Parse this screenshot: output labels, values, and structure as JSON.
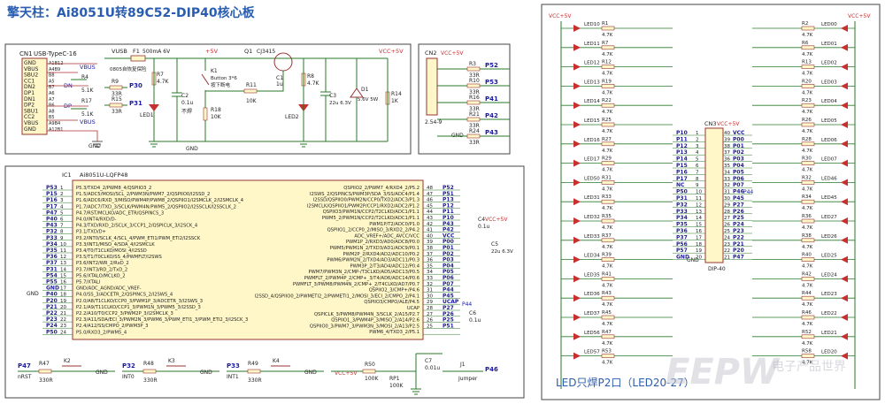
{
  "title": "擎天柱：Ai8051U转89C52-DIP40核心板",
  "usb": {
    "ref": "CN1",
    "part": "USB-TypeC-16",
    "pins": [
      "GND",
      "VBUS",
      "SBU2",
      "CC1",
      "DN2",
      "DP1",
      "DN1",
      "DP2",
      "SBU1",
      "CC2",
      "VBUS",
      "GND"
    ],
    "pin_nums": [
      "A1B12",
      "A4B9",
      "B8",
      "A5",
      "B7",
      "A6",
      "A7",
      "B6",
      "A8",
      "B5",
      "A9B4",
      "A12B1"
    ],
    "vbus_label": "VBUS",
    "dn": "DN",
    "dp": "DP",
    "r4": "R4",
    "r4v": "5.1K",
    "r17": "R17",
    "r17v": "5.1K",
    "gnd": "GND"
  },
  "power": {
    "vusb": "VUSB",
    "f1": "F1",
    "f1v": "500mA 6V",
    "fuse_note": "0805自恢复保险",
    "r9": "R9",
    "r9v": "33R",
    "p30": "P30",
    "r15": "R15",
    "r15v": "33R",
    "p31": "P31",
    "r7": "R7",
    "r7v": "4.7K",
    "led1": "LED1",
    "c2": "C2",
    "c2v": "0.1u",
    "c2n": "不焊",
    "plus5v": "+5V",
    "k1": "K1",
    "k1v": "Button 3*6",
    "k1n": "按下断电",
    "r18": "R18",
    "r18v": "10K",
    "q1": "Q1",
    "q1v": "CJ3415",
    "r11": "R11",
    "r11v": "10K",
    "c1": "C1",
    "c1v": "1u",
    "r8": "R8",
    "r8v": "4.7K",
    "led2": "LED2",
    "c3": "C3",
    "c3v": "22u 6.3V",
    "d1": "D1",
    "d1v": "5.6V 5W",
    "r14": "R14",
    "r14v": "1K",
    "vcc5": "VCC+5V",
    "gnd": "GND"
  },
  "cn2": {
    "ref": "CN2",
    "part": "2.54-9",
    "vcc": "VCC+5V",
    "gnd": "GND",
    "rows": [
      {
        "r": "R3",
        "v": "33R",
        "net": "P52"
      },
      {
        "r": "R10",
        "v": "33R",
        "net": "P53"
      },
      {
        "r": "R16",
        "v": "33R",
        "net": "P41"
      },
      {
        "r": "R21",
        "v": "33R",
        "net": "P42"
      },
      {
        "r": "R24",
        "v": "33R",
        "net": "P43"
      }
    ]
  },
  "ic1": {
    "ref": "IC1",
    "part": "Ai8051U-LQFP48",
    "vcc": "VCC+5V",
    "c4": "C4",
    "c4v": "0.1u",
    "c5": "C5",
    "c5v": "22u 6.3V",
    "c6": "C6",
    "c6v": "0.1u",
    "p44": "P44",
    "gnd": "GND",
    "left": [
      {
        "n": "1",
        "net": "P53",
        "f": "P5.3/TXD4_2/PWM8_4/QSPIIO3_2"
      },
      {
        "n": "2",
        "net": "P15",
        "f": "P1.5/ADC5/MOSI/SCL_2/PWM3N/PWM7_2/QSPIIO0/I2SSD_2"
      },
      {
        "n": "3",
        "net": "P16",
        "f": "P1.6/ADC6/RXD_3/MISO/PWM4P/PWM8_2/QSPIIO1/I2SMCLK_2/I2SMCLK_4"
      },
      {
        "n": "4",
        "net": "P17",
        "f": "P1.7/ADC7/TXD_3/SCLK/PWM4N/PWM5_2/QSPIIO2/I2SSCLK/I2SSCLK_2"
      },
      {
        "n": "5",
        "net": "P47",
        "f": "P4.7/RST/MCLKO/ADC_ETR/QSPINCS_3"
      },
      {
        "n": "6",
        "net": "P40",
        "f": "P4.0/INT4/RXD/D-"
      },
      {
        "n": "7",
        "net": "P43",
        "f": "P4.3/TXD/RXD_2/SCLK_3/CCP1_2/QSPICLK_3/I2SCK_4"
      },
      {
        "n": "8",
        "net": "P32",
        "f": "P3.1/TXD/D+"
      },
      {
        "n": "9",
        "net": "P33",
        "f": "P3.2/INT0/SCLK_4/SCL_4/PWM_ETI1/PWM_ETI2/I2SSCK"
      },
      {
        "n": "10",
        "net": "P34",
        "f": "P3.3/INT1/MISO_4/SDA_4/I2SMCLK"
      },
      {
        "n": "11",
        "net": "P35",
        "f": "P3.4/T0/T1CLKO/MOSI_4/I2SSD"
      },
      {
        "n": "12",
        "net": "P36",
        "f": "P3.5/T1/T0CLKO/SS_4/PWMFLT/I2SWS"
      },
      {
        "n": "13",
        "net": "P37",
        "f": "P3.6/INT2/WR_2/RxD_2"
      },
      {
        "n": "14",
        "net": "P31",
        "f": "P3.7/INT3/RD_2/TxD_2"
      },
      {
        "n": "15",
        "net": "P54",
        "f": "P5.6/XTALO/MCLKO_2"
      },
      {
        "n": "16",
        "net": "P55",
        "f": "P5.7/XTALI"
      },
      {
        "n": "17",
        "net": "GND",
        "f": "GND/ADC_AGND/ADC_VREF-"
      },
      {
        "n": "18",
        "net": "P40",
        "f": "P4.0/SS_3/ADCETR_2/QSPINCS_2/I2SWS_4"
      },
      {
        "n": "19",
        "net": "P20",
        "f": "P2.0/A8/T1CLKO/CCP0_3/PWM1P_3/ADCETR_3/I2SWS_3"
      },
      {
        "n": "20",
        "net": "P21",
        "f": "P2.1/A9/T11CLKO/CCP1_3/PWM1N_3/PWM5_3/I2SSD_3"
      },
      {
        "n": "21",
        "net": "P22",
        "f": "P2.2/A10/T0/CCP2_3/PWM2P_3/I2SMCLK_3"
      },
      {
        "n": "22",
        "net": "P23",
        "f": "P2.3/A11/SDA/ECI_3/PWM2N_3/PWM6_3/PWM_ETI1_3/PWM_ETI2_3/I2SCK_3"
      },
      {
        "n": "23",
        "net": "P24",
        "f": "P2.4/A12/SS/CMPO_2/PWM3P_3"
      },
      {
        "n": "24",
        "net": "P50",
        "f": "P5.0/RXD3_2/PWM5_4"
      }
    ],
    "right": [
      {
        "n": "48",
        "net": "P52",
        "f": "QSPIIO2_2/PWM7_4/RXD4_2/P5.2"
      },
      {
        "n": "47",
        "net": "P51",
        "f": "I2SWS_2/QSPINCS/PWM3P/SDA_3/SS/ADC4/P1.4"
      },
      {
        "n": "46",
        "net": "P13",
        "f": "I2SSD/QSPIIO0/PWM2N/CCP0/TXD2/ADC3/P1.3"
      },
      {
        "n": "45",
        "net": "P12",
        "f": "I2SMCLK/QSPIIO1/PWM2P/CCP1/RXD2/ADC2/P1.2"
      },
      {
        "n": "44",
        "net": "P11",
        "f": "QSPIIO3/PWM1N/CCP2/T2CLKO/ADC1/P1.1"
      },
      {
        "n": "43",
        "net": "P10",
        "f": "PWM5_2/PWM1N/CCP2/T2CLKO/ADC1/P1.1"
      },
      {
        "n": "42",
        "net": "P43",
        "f": "PWM1P/T2/ADC0/P1.0"
      },
      {
        "n": "41",
        "net": "P42",
        "f": "QSPIIO1_2/CCP0_2/MISO_3/RXD2_2/P4.2"
      },
      {
        "n": "40",
        "net": "VCC",
        "f": "ADC_VREF+/ADC_AVCC/VCC"
      },
      {
        "n": "39",
        "net": "P00",
        "f": "PWM1P_2/RXD3/AD0/ADC8/P0.0"
      },
      {
        "n": "38",
        "net": "P01",
        "f": "PWM5/PWM1N_2/TXD3/AD1/ADC9/P0.1"
      },
      {
        "n": "37",
        "net": "P02",
        "f": "PWM2P_2/RXD4/AD2/ADC10/P0.2"
      },
      {
        "n": "36",
        "net": "P03",
        "f": "PWM6/PWM2N_2/TXD4/AD3/ADC11/P0.3"
      },
      {
        "n": "35",
        "net": "P04",
        "f": "PWM3P_2/T3/AD4/ADC12/P0.4"
      },
      {
        "n": "34",
        "net": "P05",
        "f": "PWM7/PWM3N_2/CMP-/T3CLKO/AD5/ADC13/P0.5"
      },
      {
        "n": "33",
        "net": "P06",
        "f": "PWMFLT_2/PWM4P_2/CMP+_3/T4/AD6/ADC14/P0.6"
      },
      {
        "n": "32",
        "net": "P07",
        "f": "PWMFLT_3/PWM8/PWM4N_2/CMP+_2/T4CLKO/AD7/P0.7"
      },
      {
        "n": "31",
        "net": "P44",
        "f": "QSPIIO2_3/CMP+/P4.6"
      },
      {
        "n": "30",
        "net": "P45",
        "f": "I2SSD_4/QSPIIO0_2/PWMETI2_2/PWMETI1_2/MOSI_3/ECI_2/CMPO_2/P4.1"
      },
      {
        "n": "29",
        "net": "UCAP",
        "f": "QSPIIO3/CMPO/ALE/P4.5"
      },
      {
        "n": "28",
        "net": "P27",
        "f": "UCAP"
      },
      {
        "n": "27",
        "net": "P26",
        "f": "QSPICLK_3/PWM8/PWM4N_3/SCLK_2/A15/P2.7"
      },
      {
        "n": "26",
        "net": "P25",
        "f": "QSPIIO1_3/PWM4P_3/MISO_2/A14/P2.6"
      },
      {
        "n": "25",
        "net": "P51",
        "f": "QSPIIO0_3/PWM7_3/PWM3N_3/MOSI_2/A13/P2.5"
      },
      {
        "n": "",
        "net": "",
        "f": "PWM6_4/TXD3_2/P5.1"
      }
    ]
  },
  "bottom": {
    "p47": "P47",
    "nrst": "nRST",
    "r47": "R47",
    "r47v": "330R",
    "k2": "K2",
    "p32": "P32",
    "int0": "INT0",
    "r48": "R48",
    "r48v": "330R",
    "k3": "K3",
    "p33": "P33",
    "int1": "INT1",
    "r49": "R49",
    "r49v": "330R",
    "k4": "K4",
    "gnd": "GND",
    "vcc": "VCC+5V",
    "r50": "R50",
    "r50v": "100K",
    "rp1": "RP1",
    "rp1v": "100K",
    "c7": "C7",
    "c7v": "0.01u",
    "j1": "J1",
    "j1v": "Jumper",
    "p46": "P46"
  },
  "cn3": {
    "ref": "CN3",
    "part": "DIP-40",
    "vcc": "VCC+5V",
    "gnd": "GND",
    "p44": "P44",
    "left_nets": [
      "P10",
      "P11",
      "P12",
      "P13",
      "P14",
      "P15",
      "P16",
      "P17",
      "NC",
      "P50",
      "P31",
      "P32",
      "P33",
      "P34",
      "P35",
      "P36",
      "P37",
      "P56",
      "P57",
      "GND"
    ],
    "right_nets": [
      "VCC",
      "P00",
      "P01",
      "P02",
      "P03",
      "P04",
      "P05",
      "P06",
      "P07",
      "P46",
      "P45",
      "P27",
      "P26",
      "P25",
      "P24",
      "P23",
      "P22",
      "P21",
      "P20",
      "P47"
    ]
  },
  "led_array": {
    "vcc": "VCC+5V",
    "value": "4.7K",
    "left": [
      {
        "r": "R1",
        "led": "LED10"
      },
      {
        "r": "R7",
        "led": "LED11"
      },
      {
        "r": "R12",
        "led": "LED12"
      },
      {
        "r": "R19",
        "led": "LED13"
      },
      {
        "r": "R22",
        "led": "LED14"
      },
      {
        "r": "R25",
        "led": "LED15"
      },
      {
        "r": "R27",
        "led": "LED16"
      },
      {
        "r": "R29",
        "led": "LED17"
      },
      {
        "r": "R31",
        "led": "LED50"
      },
      {
        "r": "R33",
        "led": "LED31"
      },
      {
        "r": "R35",
        "led": "LED32"
      },
      {
        "r": "R37",
        "led": "LED33"
      },
      {
        "r": "R39",
        "led": "LED34"
      },
      {
        "r": "R41",
        "led": "LED35"
      },
      {
        "r": "R43",
        "led": "LED36"
      },
      {
        "r": "R45",
        "led": "LED37"
      },
      {
        "r": "R47",
        "led": "LED56"
      },
      {
        "r": "R53",
        "led": "LED57"
      }
    ],
    "right": [
      {
        "r": "R2",
        "led": "LED00"
      },
      {
        "r": "R6",
        "led": "LED01"
      },
      {
        "r": "R13",
        "led": "LED02"
      },
      {
        "r": "R20",
        "led": "LED03"
      },
      {
        "r": "R23",
        "led": "LED04"
      },
      {
        "r": "R26",
        "led": "LED05"
      },
      {
        "r": "R28",
        "led": "LED06"
      },
      {
        "r": "R30",
        "led": "LED07"
      },
      {
        "r": "R32",
        "led": "LED46"
      },
      {
        "r": "R34",
        "led": "LED45"
      },
      {
        "r": "R36",
        "led": "LED27"
      },
      {
        "r": "R38",
        "led": "LED26"
      },
      {
        "r": "R40",
        "led": "LED25"
      },
      {
        "r": "R42",
        "led": "LED24"
      },
      {
        "r": "R44",
        "led": "LED23"
      },
      {
        "r": "R46",
        "led": "LED22"
      },
      {
        "r": "R52",
        "led": "LED21"
      },
      {
        "r": "R58",
        "led": "LED20"
      }
    ],
    "caption": "LED只焊P2口（LED20-27）"
  },
  "watermark": {
    "logo": "EEPW",
    "text": "电子产品世界"
  }
}
